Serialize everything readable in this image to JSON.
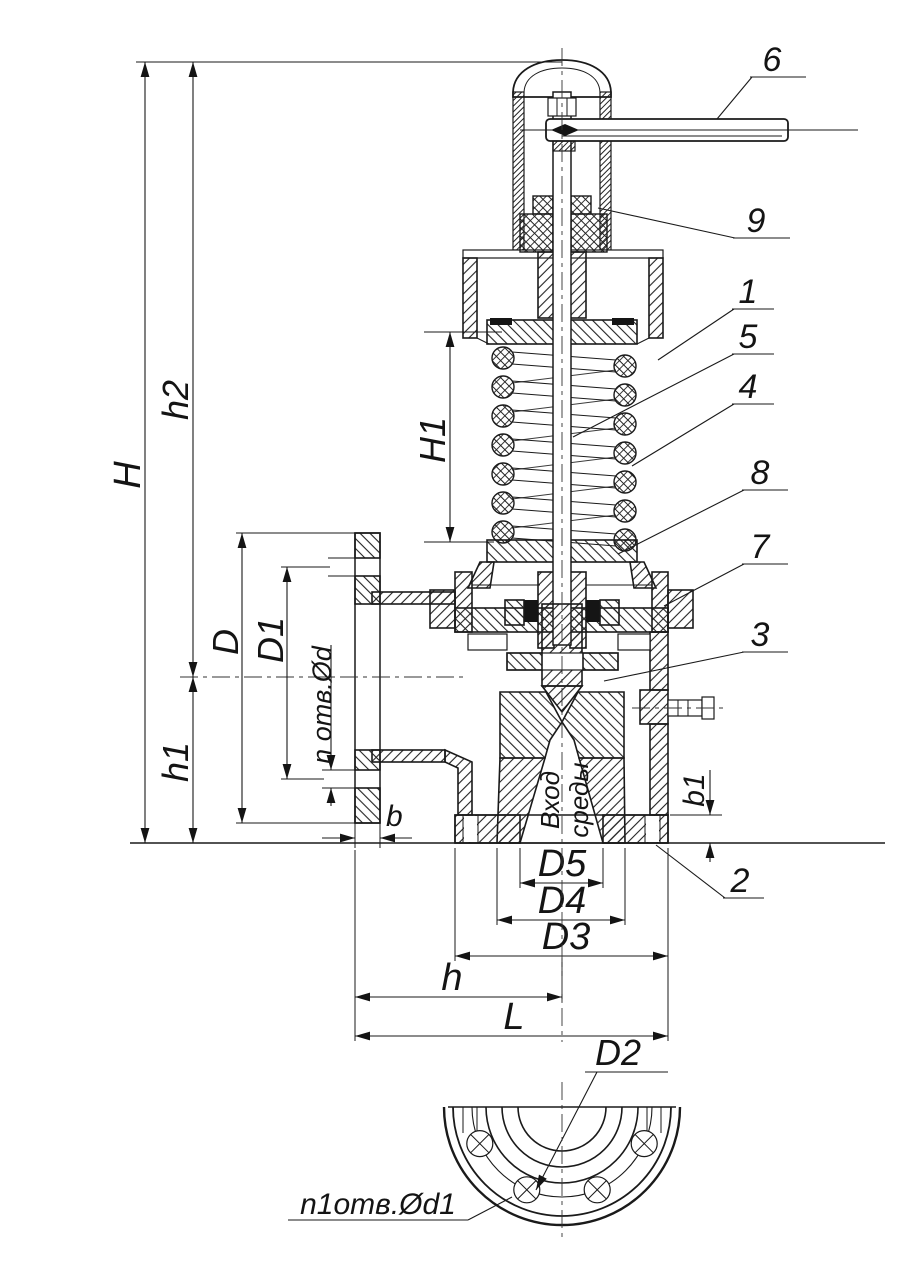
{
  "drawing": {
    "background": "#ffffff",
    "ink": "#1a1a1a",
    "inlet_text": [
      "Вход",
      "среды"
    ],
    "dimensions": {
      "H": "H",
      "h2": "h2",
      "h1": "h1",
      "H1": "H1",
      "D": "D",
      "D1": "D1",
      "n_otv": "n отв.Ød",
      "b": "b",
      "b1": "b1",
      "D5": "D5",
      "D4": "D4",
      "D3": "D3",
      "h": "h",
      "L": "L",
      "D2": "D2",
      "n1_otv": "n1отв.Ød1"
    },
    "parts": {
      "p1": "1",
      "p2": "2",
      "p3": "3",
      "p4": "4",
      "p5": "5",
      "p6": "6",
      "p7": "7",
      "p8": "8",
      "p9": "9"
    }
  }
}
